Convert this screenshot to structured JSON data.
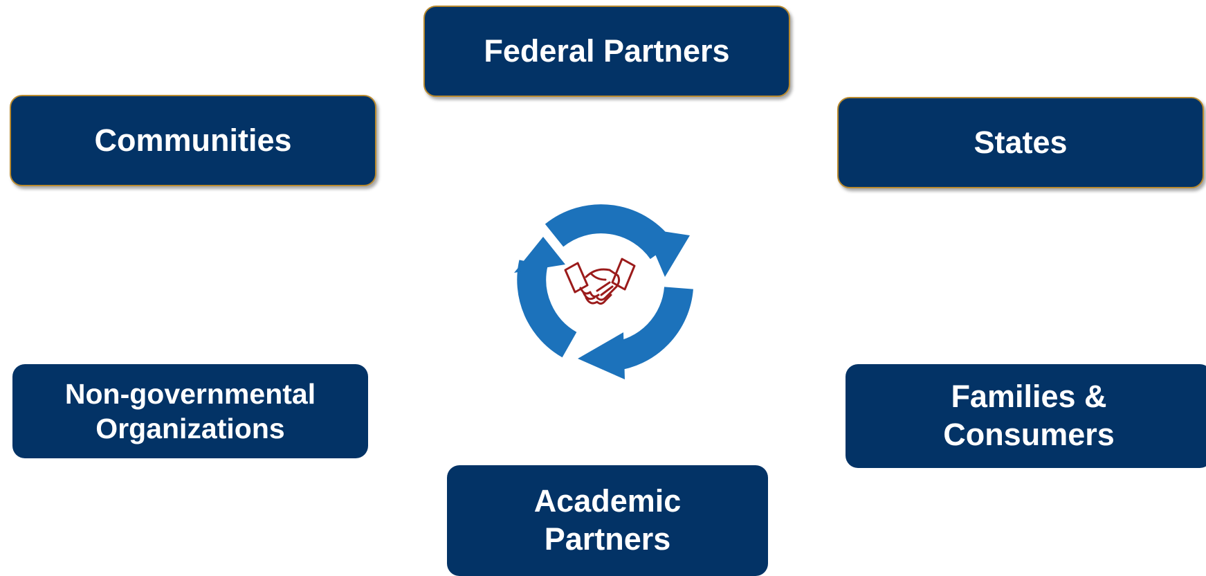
{
  "nodes": {
    "federal": "Federal Partners",
    "communities": "Communities",
    "states": "States",
    "ngo": "Non-governmental\nOrganizations",
    "families": "Families &\nConsumers",
    "academic": "Academic\nPartners"
  },
  "center": {
    "icon": "cycle-arrows-icon",
    "inner_icon": "handshake-icon"
  },
  "colors": {
    "node_fill": "#033366",
    "node_border_gold": "#b98a2e",
    "arrow_blue": "#1c72bb",
    "handshake_red": "#9b1b1b"
  }
}
